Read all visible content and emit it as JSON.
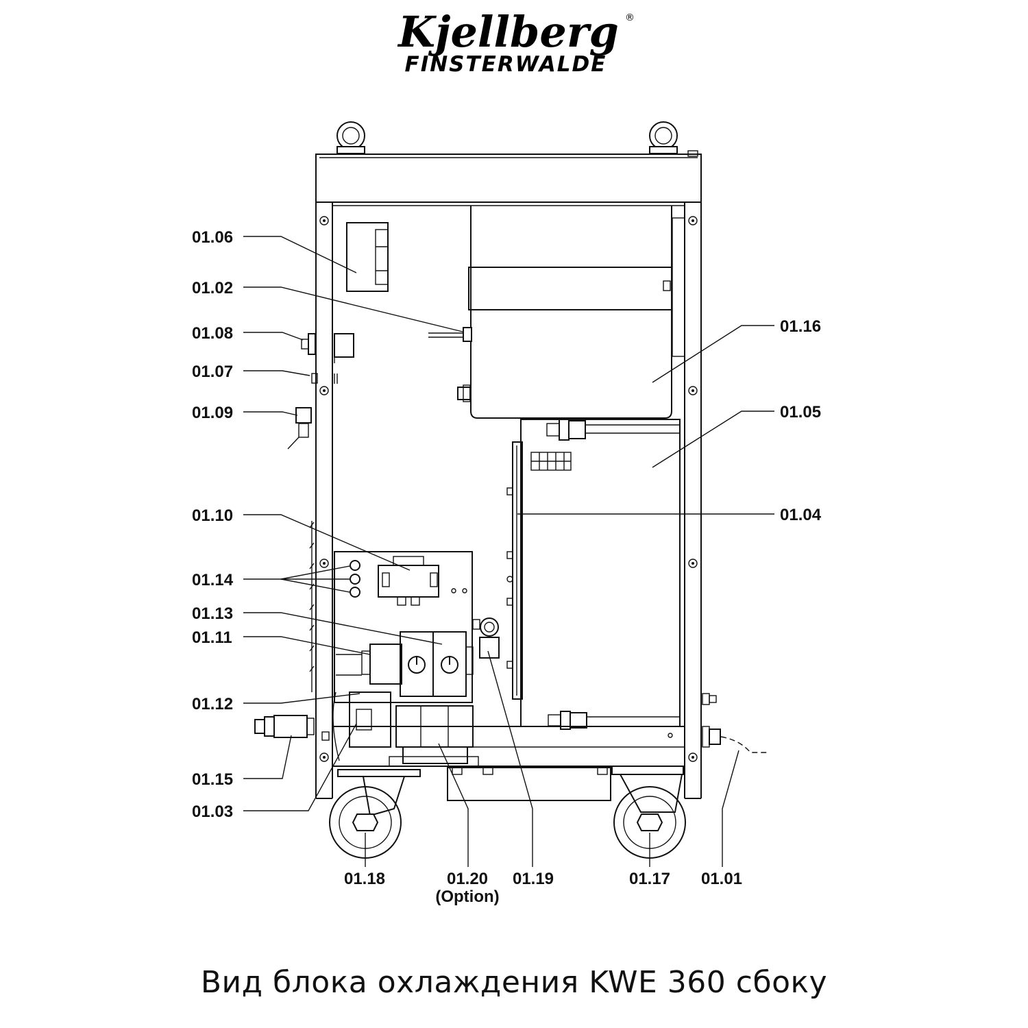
{
  "logo": {
    "brand": "Kjellberg",
    "registered": "®",
    "city": "FINSTERWALDE"
  },
  "callouts": {
    "c0106": "01.06",
    "c0102": "01.02",
    "c0108": "01.08",
    "c0107": "01.07",
    "c0109": "01.09",
    "c0110": "01.10",
    "c0114": "01.14",
    "c0113": "01.13",
    "c0111": "01.11",
    "c0112": "01.12",
    "c0115": "01.15",
    "c0103": "01.03",
    "c0116": "01.16",
    "c0105": "01.05",
    "c0104": "01.04",
    "c0118": "01.18",
    "c0120": "01.20",
    "c0120_note": "(Option)",
    "c0119": "01.19",
    "c0117": "01.17",
    "c0101": "01.01"
  },
  "caption": "Вид блока охлаждения KWE 360 сбоку"
}
